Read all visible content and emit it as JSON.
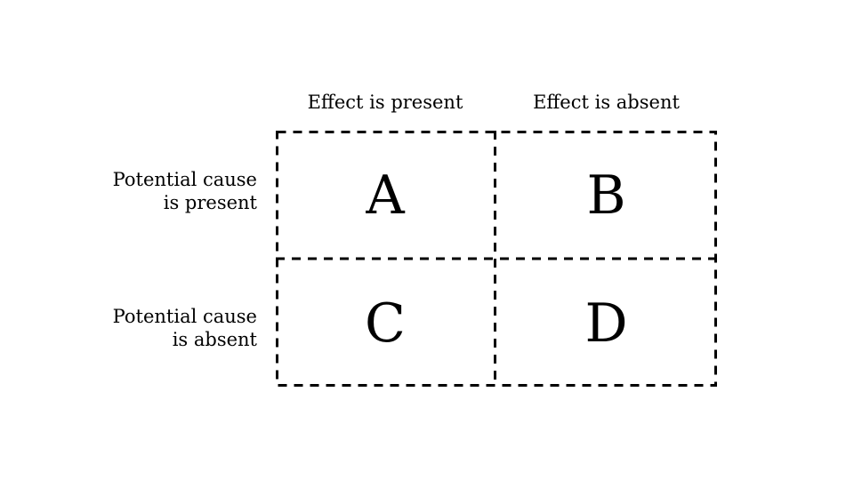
{
  "matrix": {
    "column_headers": [
      "Effect is present",
      "Effect is absent"
    ],
    "row_labels": [
      {
        "lines": [
          "Potential cause",
          "is present"
        ]
      },
      {
        "lines": [
          "Potential cause",
          "is absent"
        ]
      }
    ],
    "cells": [
      {
        "row": 0,
        "col": 0,
        "letter": "A"
      },
      {
        "row": 0,
        "col": 1,
        "letter": "B"
      },
      {
        "row": 1,
        "col": 0,
        "letter": "C"
      },
      {
        "row": 1,
        "col": 1,
        "letter": "D"
      }
    ]
  },
  "colors": {
    "background": "#ffffff",
    "text": "#000000",
    "grid_line": "#000000"
  },
  "grid_style": {
    "line_style": "dashed",
    "rows": 2,
    "columns": 2
  }
}
